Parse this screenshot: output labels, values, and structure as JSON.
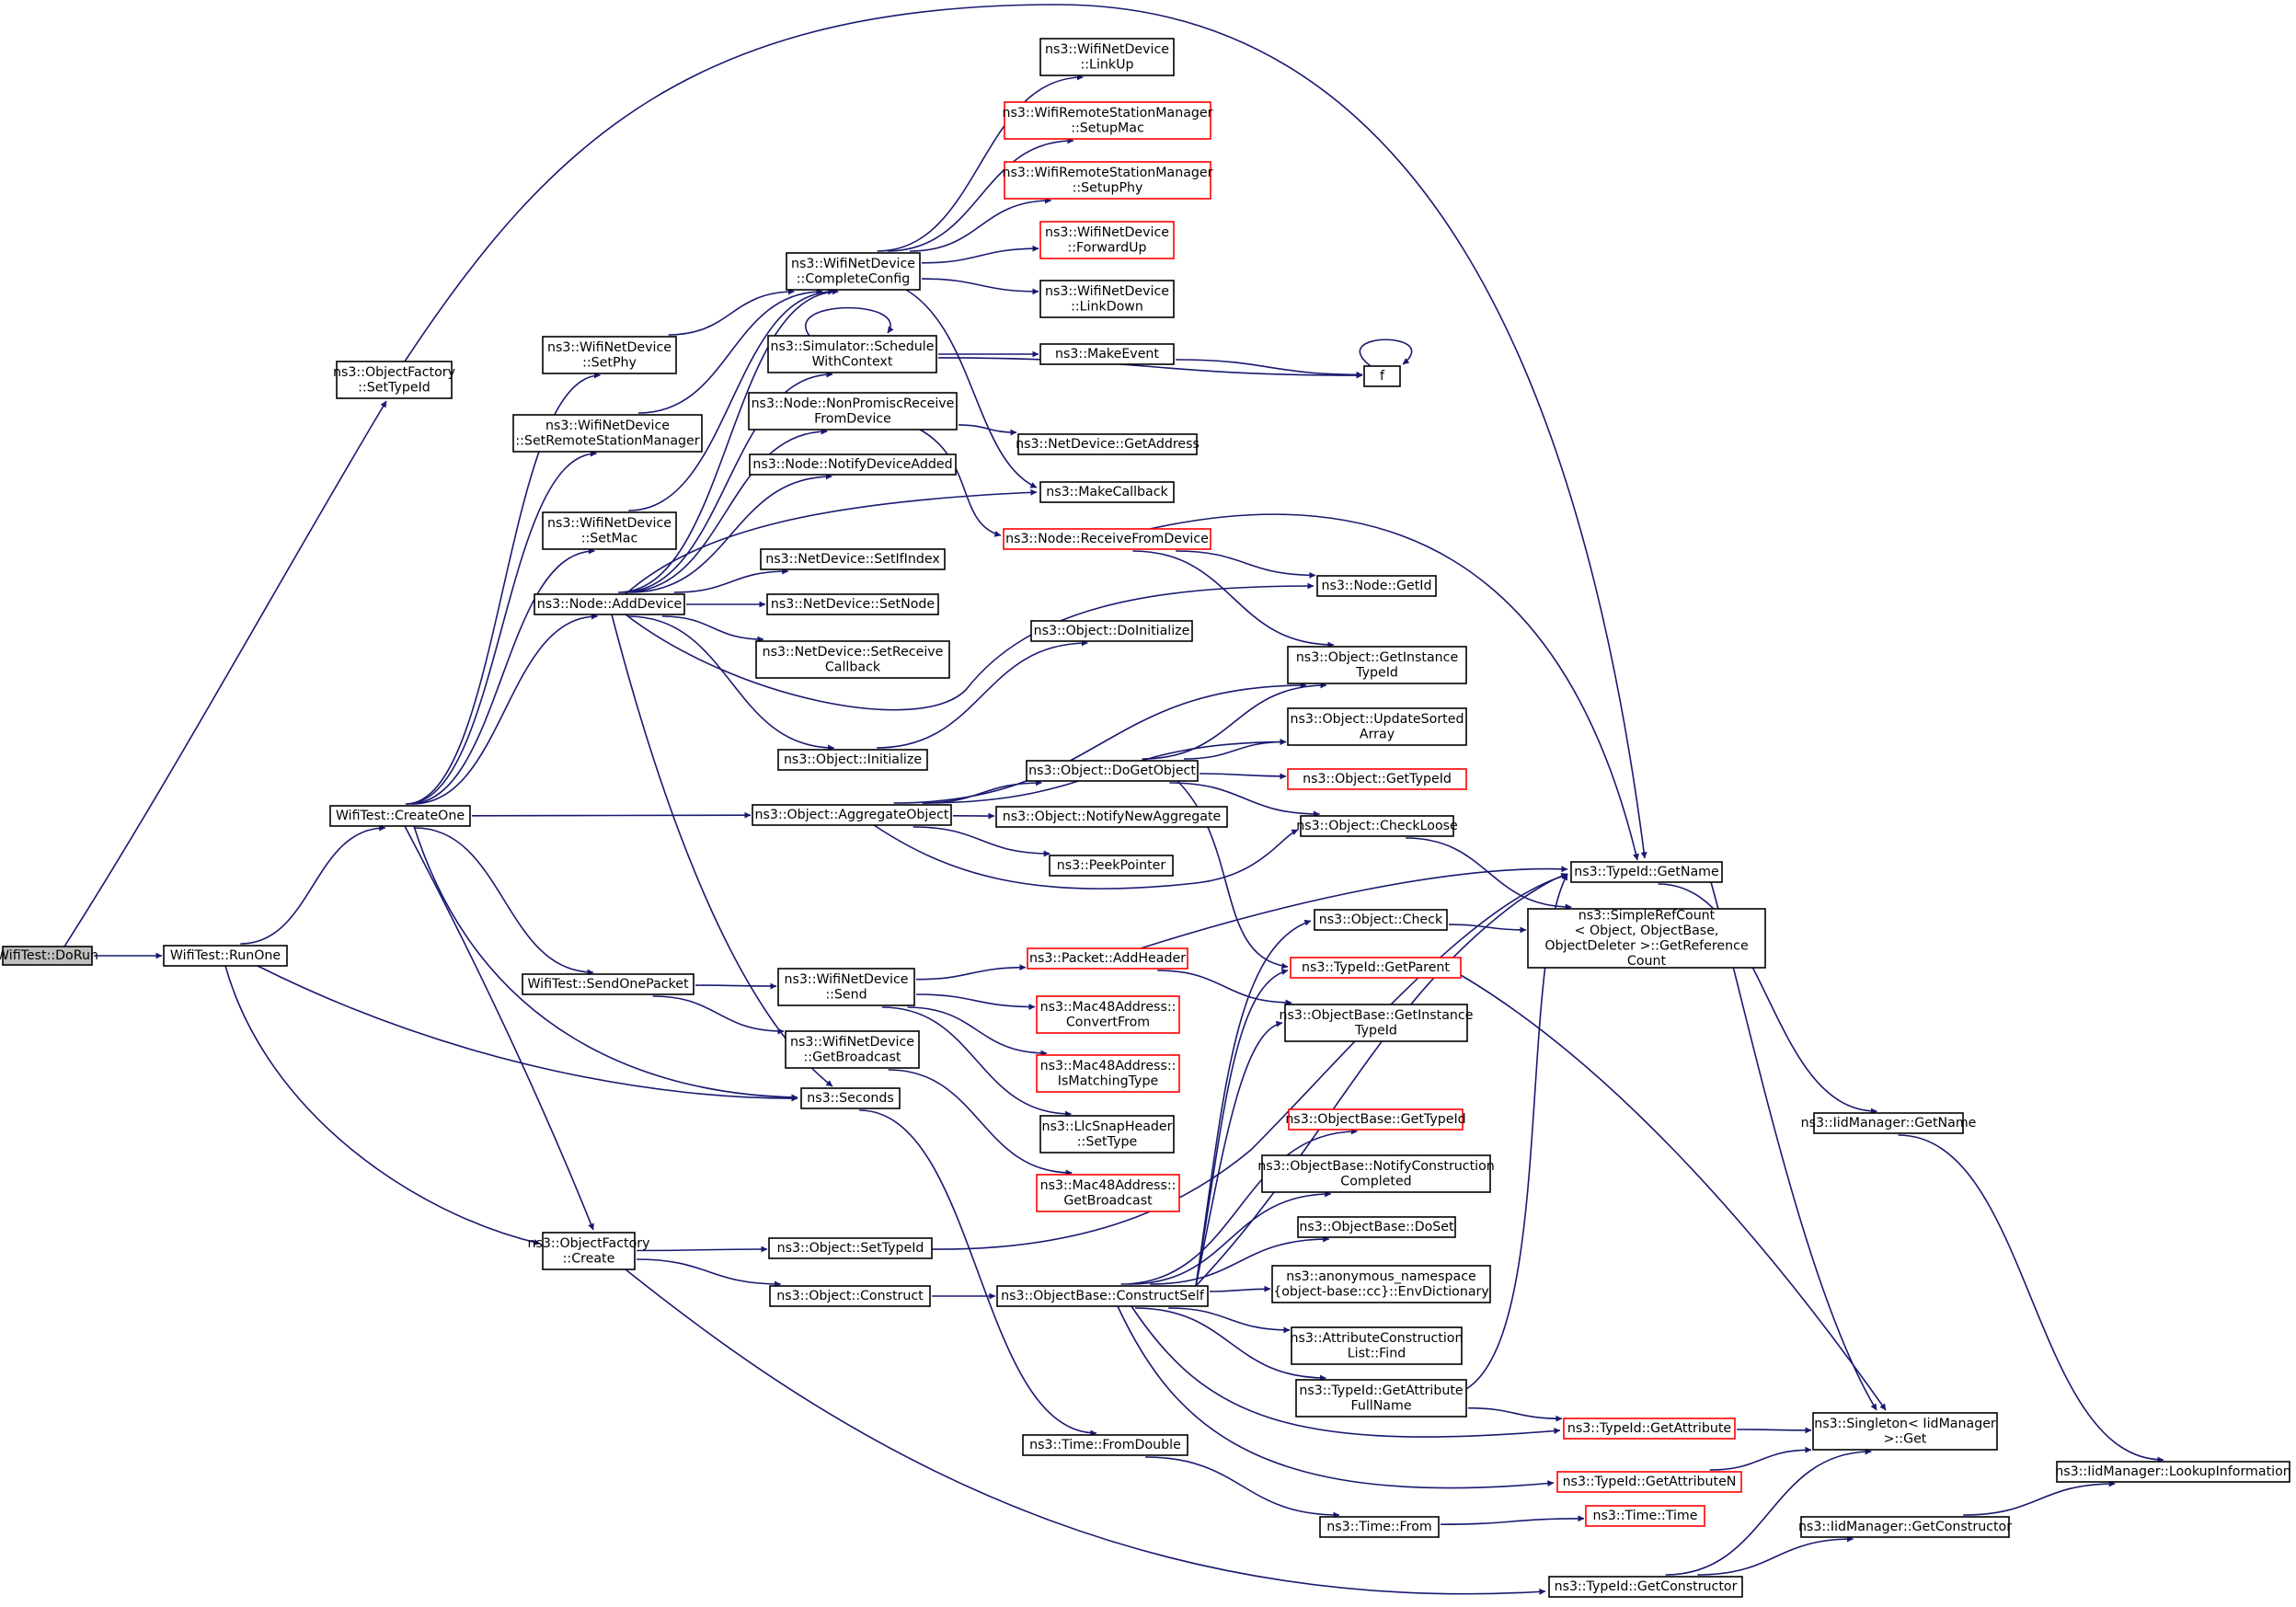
{
  "graph": {
    "nodes": [
      {
        "id": "wifitest_dorun",
        "label": [
          "WifiTest::DoRun"
        ],
        "style": "root"
      },
      {
        "id": "objectfactory_settypeid",
        "label": [
          "ns3::ObjectFactory",
          "::SetTypeId"
        ]
      },
      {
        "id": "wifitest_runone",
        "label": [
          "WifiTest::RunOne"
        ]
      },
      {
        "id": "typeid_getname",
        "label": [
          "ns3::TypeId::GetName"
        ]
      },
      {
        "id": "wifitest_createone",
        "label": [
          "WifiTest::CreateOne"
        ]
      },
      {
        "id": "objectfactory_create",
        "label": [
          "ns3::ObjectFactory",
          "::Create"
        ]
      },
      {
        "id": "seconds",
        "label": [
          "ns3::Seconds"
        ]
      },
      {
        "id": "wifinetdevice_setphy",
        "label": [
          "ns3::WifiNetDevice",
          "::SetPhy"
        ]
      },
      {
        "id": "wifinetdevice_setremotestationmanager",
        "label": [
          "ns3::WifiNetDevice",
          "::SetRemoteStationManager"
        ]
      },
      {
        "id": "wifinetdevice_setmac",
        "label": [
          "ns3::WifiNetDevice",
          "::SetMac"
        ]
      },
      {
        "id": "node_adddevice",
        "label": [
          "ns3::Node::AddDevice"
        ]
      },
      {
        "id": "object_aggregateobject",
        "label": [
          "ns3::Object::AggregateObject"
        ]
      },
      {
        "id": "wifitest_sendonepacket",
        "label": [
          "WifiTest::SendOnePacket"
        ]
      },
      {
        "id": "wifinetdevice_completeconfig",
        "label": [
          "ns3::WifiNetDevice",
          "::CompleteConfig"
        ]
      },
      {
        "id": "simulator_schedulewithcontext",
        "label": [
          "ns3::Simulator::Schedule",
          "WithContext"
        ]
      },
      {
        "id": "node_nonpromiscreceivefromdevice",
        "label": [
          "ns3::Node::NonPromiscReceive",
          "FromDevice"
        ]
      },
      {
        "id": "node_notifydeviceadded",
        "label": [
          "ns3::Node::NotifyDeviceAdded"
        ]
      },
      {
        "id": "netdevice_setifindex",
        "label": [
          "ns3::NetDevice::SetIfIndex"
        ]
      },
      {
        "id": "netdevice_setnode",
        "label": [
          "ns3::NetDevice::SetNode"
        ]
      },
      {
        "id": "netdevice_setreceivecallback",
        "label": [
          "ns3::NetDevice::SetReceive",
          "Callback"
        ]
      },
      {
        "id": "object_initialize",
        "label": [
          "ns3::Object::Initialize"
        ]
      },
      {
        "id": "wifinetdevice_linkup",
        "label": [
          "ns3::WifiNetDevice",
          "::LinkUp"
        ]
      },
      {
        "id": "wrsm_setupmac",
        "label": [
          "ns3::WifiRemoteStationManager",
          "::SetupMac"
        ],
        "style": "red"
      },
      {
        "id": "wrsm_setupphy",
        "label": [
          "ns3::WifiRemoteStationManager",
          "::SetupPhy"
        ],
        "style": "red"
      },
      {
        "id": "wifinetdevice_forwardup",
        "label": [
          "ns3::WifiNetDevice",
          "::ForwardUp"
        ],
        "style": "red"
      },
      {
        "id": "wifinetdevice_linkdown",
        "label": [
          "ns3::WifiNetDevice",
          "::LinkDown"
        ]
      },
      {
        "id": "makeevent",
        "label": [
          "ns3::MakeEvent"
        ]
      },
      {
        "id": "f",
        "label": [
          "f"
        ]
      },
      {
        "id": "netdevice_getaddress",
        "label": [
          "ns3::NetDevice::GetAddress"
        ]
      },
      {
        "id": "makecallback",
        "label": [
          "ns3::MakeCallback"
        ]
      },
      {
        "id": "node_receivefromdevice",
        "label": [
          "ns3::Node::ReceiveFromDevice"
        ],
        "style": "red"
      },
      {
        "id": "node_getid",
        "label": [
          "ns3::Node::GetId"
        ]
      },
      {
        "id": "object_doinitialize",
        "label": [
          "ns3::Object::DoInitialize"
        ]
      },
      {
        "id": "object_getinstancetypeid",
        "label": [
          "ns3::Object::GetInstance",
          "TypeId"
        ]
      },
      {
        "id": "object_updatesortedarray",
        "label": [
          "ns3::Object::UpdateSorted",
          "Array"
        ]
      },
      {
        "id": "object_dogetobject",
        "label": [
          "ns3::Object::DoGetObject"
        ]
      },
      {
        "id": "object_gettypeid",
        "label": [
          "ns3::Object::GetTypeId"
        ],
        "style": "red"
      },
      {
        "id": "object_notifynewaggregate",
        "label": [
          "ns3::Object::NotifyNewAggregate"
        ]
      },
      {
        "id": "object_checkloose",
        "label": [
          "ns3::Object::CheckLoose"
        ]
      },
      {
        "id": "peekpointer",
        "label": [
          "ns3::PeekPointer"
        ]
      },
      {
        "id": "simplerefcount_getreferencecount",
        "label": [
          "ns3::SimpleRefCount",
          "< Object, ObjectBase,",
          "ObjectDeleter >::GetReference",
          "Count"
        ]
      },
      {
        "id": "iidmanager_getname",
        "label": [
          "ns3::IidManager::GetName"
        ]
      },
      {
        "id": "wifinetdevice_send",
        "label": [
          "ns3::WifiNetDevice",
          "::Send"
        ]
      },
      {
        "id": "packet_addheader",
        "label": [
          "ns3::Packet::AddHeader"
        ],
        "style": "red"
      },
      {
        "id": "mac48address_convertfrom",
        "label": [
          "ns3::Mac48Address::",
          "ConvertFrom"
        ],
        "style": "red"
      },
      {
        "id": "mac48address_ismatchingtype",
        "label": [
          "ns3::Mac48Address::",
          "IsMatchingType"
        ],
        "style": "red"
      },
      {
        "id": "llcsnapheader_settype",
        "label": [
          "ns3::LlcSnapHeader",
          "::SetType"
        ]
      },
      {
        "id": "wifinetdevice_getbroadcast",
        "label": [
          "ns3::WifiNetDevice",
          "::GetBroadcast"
        ]
      },
      {
        "id": "mac48address_getbroadcast",
        "label": [
          "ns3::Mac48Address::",
          "GetBroadcast"
        ],
        "style": "red"
      },
      {
        "id": "object_check",
        "label": [
          "ns3::Object::Check"
        ]
      },
      {
        "id": "typeid_getparent",
        "label": [
          "ns3::TypeId::GetParent"
        ],
        "style": "red"
      },
      {
        "id": "objectbase_getinstancetypeid",
        "label": [
          "ns3::ObjectBase::GetInstance",
          "TypeId"
        ]
      },
      {
        "id": "objectbase_gettypeid",
        "label": [
          "ns3::ObjectBase::GetTypeId"
        ],
        "style": "red"
      },
      {
        "id": "objectbase_notifyconstructioncompleted",
        "label": [
          "ns3::ObjectBase::NotifyConstruction",
          "Completed"
        ]
      },
      {
        "id": "objectbase_doset",
        "label": [
          "ns3::ObjectBase::DoSet"
        ]
      },
      {
        "id": "envdictionary",
        "label": [
          "ns3::anonymous_namespace",
          "{object-base::cc}::EnvDictionary"
        ]
      },
      {
        "id": "attributeconstructionlist_find",
        "label": [
          "ns3::AttributeConstruction",
          "List::Find"
        ]
      },
      {
        "id": "typeid_getattributefullname",
        "label": [
          "ns3::TypeId::GetAttribute",
          "FullName"
        ]
      },
      {
        "id": "object_settypeid",
        "label": [
          "ns3::Object::SetTypeId"
        ]
      },
      {
        "id": "object_construct",
        "label": [
          "ns3::Object::Construct"
        ]
      },
      {
        "id": "objectbase_constructself",
        "label": [
          "ns3::ObjectBase::ConstructSelf"
        ]
      },
      {
        "id": "typeid_getattribute",
        "label": [
          "ns3::TypeId::GetAttribute"
        ],
        "style": "red"
      },
      {
        "id": "singleton_get",
        "label": [
          "ns3::Singleton< IidManager",
          ">::Get"
        ]
      },
      {
        "id": "typeid_getattributen",
        "label": [
          "ns3::TypeId::GetAttributeN"
        ],
        "style": "red"
      },
      {
        "id": "iidmanager_lookupinformation",
        "label": [
          "ns3::IidManager::LookupInformation"
        ]
      },
      {
        "id": "time_fromdouble",
        "label": [
          "ns3::Time::FromDouble"
        ]
      },
      {
        "id": "time_from",
        "label": [
          "ns3::Time::From"
        ]
      },
      {
        "id": "time_time",
        "label": [
          "ns3::Time::Time"
        ],
        "style": "red"
      },
      {
        "id": "iidmanager_getconstructor",
        "label": [
          "ns3::IidManager::GetConstructor"
        ]
      },
      {
        "id": "typeid_getconstructor",
        "label": [
          "ns3::TypeId::GetConstructor"
        ]
      }
    ],
    "edges": [
      {
        "from": "wifitest_dorun",
        "to": "objectfactory_settypeid"
      },
      {
        "from": "wifitest_dorun",
        "to": "wifitest_runone"
      },
      {
        "from": "objectfactory_settypeid",
        "to": "typeid_getname"
      },
      {
        "from": "wifitest_runone",
        "to": "wifitest_createone"
      },
      {
        "from": "wifitest_runone",
        "to": "objectfactory_create"
      },
      {
        "from": "wifitest_runone",
        "to": "seconds"
      },
      {
        "from": "wifitest_createone",
        "to": "wifinetdevice_setphy"
      },
      {
        "from": "wifitest_createone",
        "to": "wifinetdevice_setremotestationmanager"
      },
      {
        "from": "wifitest_createone",
        "to": "wifinetdevice_setmac"
      },
      {
        "from": "wifitest_createone",
        "to": "node_adddevice"
      },
      {
        "from": "wifitest_createone",
        "to": "object_aggregateobject"
      },
      {
        "from": "wifitest_createone",
        "to": "wifitest_sendonepacket"
      },
      {
        "from": "wifitest_createone",
        "to": "seconds"
      },
      {
        "from": "wifitest_createone",
        "to": "objectfactory_create"
      },
      {
        "from": "wifinetdevice_setphy",
        "to": "wifinetdevice_completeconfig"
      },
      {
        "from": "wifinetdevice_setremotestationmanager",
        "to": "wifinetdevice_completeconfig"
      },
      {
        "from": "wifinetdevice_setmac",
        "to": "wifinetdevice_completeconfig"
      },
      {
        "from": "node_adddevice",
        "to": "wifinetdevice_completeconfig"
      },
      {
        "from": "node_adddevice",
        "to": "simulator_schedulewithcontext"
      },
      {
        "from": "node_adddevice",
        "to": "node_nonpromiscreceivefromdevice"
      },
      {
        "from": "node_adddevice",
        "to": "node_notifydeviceadded"
      },
      {
        "from": "node_adddevice",
        "to": "makecallback"
      },
      {
        "from": "node_adddevice",
        "to": "netdevice_setifindex"
      },
      {
        "from": "node_adddevice",
        "to": "netdevice_setnode"
      },
      {
        "from": "node_adddevice",
        "to": "netdevice_setreceivecallback"
      },
      {
        "from": "node_adddevice",
        "to": "object_initialize"
      },
      {
        "from": "node_adddevice",
        "to": "node_getid"
      },
      {
        "from": "node_adddevice",
        "to": "seconds"
      },
      {
        "from": "wifinetdevice_completeconfig",
        "to": "wifinetdevice_linkup"
      },
      {
        "from": "wifinetdevice_completeconfig",
        "to": "wrsm_setupmac"
      },
      {
        "from": "wifinetdevice_completeconfig",
        "to": "wrsm_setupphy"
      },
      {
        "from": "wifinetdevice_completeconfig",
        "to": "wifinetdevice_forwardup"
      },
      {
        "from": "wifinetdevice_completeconfig",
        "to": "wifinetdevice_linkdown"
      },
      {
        "from": "wifinetdevice_completeconfig",
        "to": "makecallback"
      },
      {
        "from": "simulator_schedulewithcontext",
        "to": "simulator_schedulewithcontext"
      },
      {
        "from": "simulator_schedulewithcontext",
        "to": "makeevent"
      },
      {
        "from": "simulator_schedulewithcontext",
        "to": "f"
      },
      {
        "from": "makeevent",
        "to": "f"
      },
      {
        "from": "f",
        "to": "f"
      },
      {
        "from": "node_nonpromiscreceivefromdevice",
        "to": "netdevice_getaddress"
      },
      {
        "from": "node_nonpromiscreceivefromdevice",
        "to": "node_receivefromdevice"
      },
      {
        "from": "node_receivefromdevice",
        "to": "node_getid"
      },
      {
        "from": "node_receivefromdevice",
        "to": "object_getinstancetypeid"
      },
      {
        "from": "node_receivefromdevice",
        "to": "typeid_getname"
      },
      {
        "from": "object_initialize",
        "to": "object_doinitialize"
      },
      {
        "from": "object_aggregateobject",
        "to": "object_getinstancetypeid"
      },
      {
        "from": "object_aggregateobject",
        "to": "object_updatesortedarray"
      },
      {
        "from": "object_aggregateobject",
        "to": "object_dogetobject"
      },
      {
        "from": "object_aggregateobject",
        "to": "object_notifynewaggregate"
      },
      {
        "from": "object_aggregateobject",
        "to": "peekpointer"
      },
      {
        "from": "object_aggregateobject",
        "to": "object_checkloose"
      },
      {
        "from": "object_dogetobject",
        "to": "object_getinstancetypeid"
      },
      {
        "from": "object_dogetobject",
        "to": "object_updatesortedarray"
      },
      {
        "from": "object_dogetobject",
        "to": "object_gettypeid"
      },
      {
        "from": "object_dogetobject",
        "to": "object_checkloose"
      },
      {
        "from": "object_dogetobject",
        "to": "typeid_getparent"
      },
      {
        "from": "object_checkloose",
        "to": "simplerefcount_getreferencecount"
      },
      {
        "from": "object_check",
        "to": "simplerefcount_getreferencecount"
      },
      {
        "from": "typeid_getname",
        "to": "iidmanager_getname"
      },
      {
        "from": "typeid_getname",
        "to": "singleton_get"
      },
      {
        "from": "iidmanager_getname",
        "to": "iidmanager_lookupinformation"
      },
      {
        "from": "wifitest_sendonepacket",
        "to": "wifinetdevice_send"
      },
      {
        "from": "wifitest_sendonepacket",
        "to": "wifinetdevice_getbroadcast"
      },
      {
        "from": "wifinetdevice_send",
        "to": "packet_addheader"
      },
      {
        "from": "wifinetdevice_send",
        "to": "mac48address_convertfrom"
      },
      {
        "from": "wifinetdevice_send",
        "to": "mac48address_ismatchingtype"
      },
      {
        "from": "wifinetdevice_send",
        "to": "llcsnapheader_settype"
      },
      {
        "from": "packet_addheader",
        "to": "typeid_getname"
      },
      {
        "from": "packet_addheader",
        "to": "objectbase_getinstancetypeid"
      },
      {
        "from": "wifinetdevice_getbroadcast",
        "to": "mac48address_getbroadcast"
      },
      {
        "from": "typeid_getparent",
        "to": "singleton_get"
      },
      {
        "from": "seconds",
        "to": "time_fromdouble"
      },
      {
        "from": "objectfactory_create",
        "to": "object_settypeid"
      },
      {
        "from": "objectfactory_create",
        "to": "object_construct"
      },
      {
        "from": "objectfactory_create",
        "to": "typeid_getconstructor"
      },
      {
        "from": "object_settypeid",
        "to": "typeid_getname"
      },
      {
        "from": "object_construct",
        "to": "objectbase_constructself"
      },
      {
        "from": "objectbase_constructself",
        "to": "object_check"
      },
      {
        "from": "objectbase_constructself",
        "to": "typeid_getparent"
      },
      {
        "from": "objectbase_constructself",
        "to": "objectbase_getinstancetypeid"
      },
      {
        "from": "objectbase_constructself",
        "to": "objectbase_gettypeid"
      },
      {
        "from": "objectbase_constructself",
        "to": "objectbase_notifyconstructioncompleted"
      },
      {
        "from": "objectbase_constructself",
        "to": "objectbase_doset"
      },
      {
        "from": "objectbase_constructself",
        "to": "envdictionary"
      },
      {
        "from": "objectbase_constructself",
        "to": "attributeconstructionlist_find"
      },
      {
        "from": "objectbase_constructself",
        "to": "typeid_getattributefullname"
      },
      {
        "from": "objectbase_constructself",
        "to": "typeid_getattribute"
      },
      {
        "from": "objectbase_constructself",
        "to": "typeid_getattributen"
      },
      {
        "from": "objectbase_constructself",
        "to": "typeid_getname"
      },
      {
        "from": "typeid_getattributefullname",
        "to": "typeid_getname"
      },
      {
        "from": "typeid_getattributefullname",
        "to": "typeid_getattribute"
      },
      {
        "from": "typeid_getattribute",
        "to": "singleton_get"
      },
      {
        "from": "typeid_getattributen",
        "to": "singleton_get"
      },
      {
        "from": "time_fromdouble",
        "to": "time_from"
      },
      {
        "from": "time_from",
        "to": "time_time"
      },
      {
        "from": "typeid_getconstructor",
        "to": "singleton_get"
      },
      {
        "from": "typeid_getconstructor",
        "to": "iidmanager_getconstructor"
      },
      {
        "from": "iidmanager_getconstructor",
        "to": "iidmanager_lookupinformation"
      }
    ]
  }
}
